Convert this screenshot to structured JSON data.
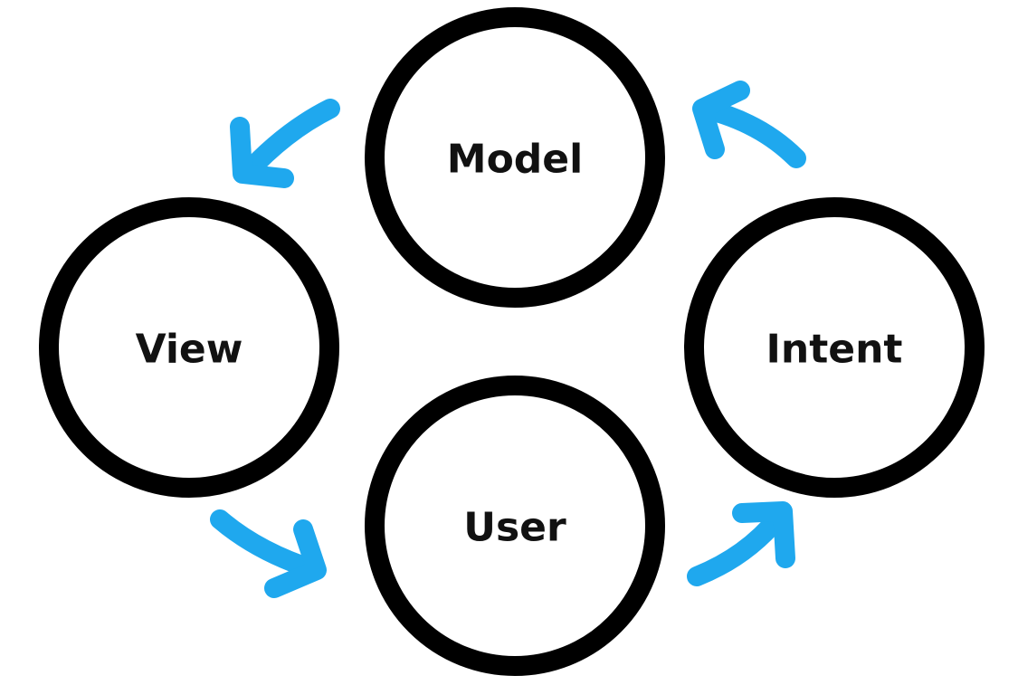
{
  "diagram": {
    "nodes": {
      "model": {
        "label": "Model"
      },
      "view": {
        "label": "View"
      },
      "intent": {
        "label": "Intent"
      },
      "user": {
        "label": "User"
      }
    },
    "flow": [
      "Model",
      "View",
      "User",
      "Intent",
      "Model"
    ],
    "arrow_color": "#1FA8EE",
    "circle_color": "#000000"
  }
}
